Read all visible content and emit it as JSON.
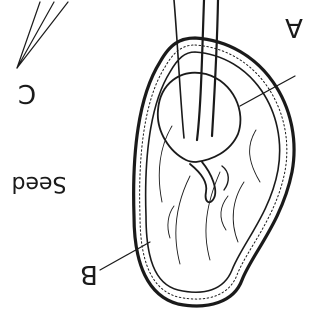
{
  "diagram": {
    "labels": {
      "a": "A",
      "b": "B",
      "c": "C",
      "caption": "Seed"
    },
    "colors": {
      "ink": "#1a1a1a",
      "background": "#ffffff"
    }
  }
}
